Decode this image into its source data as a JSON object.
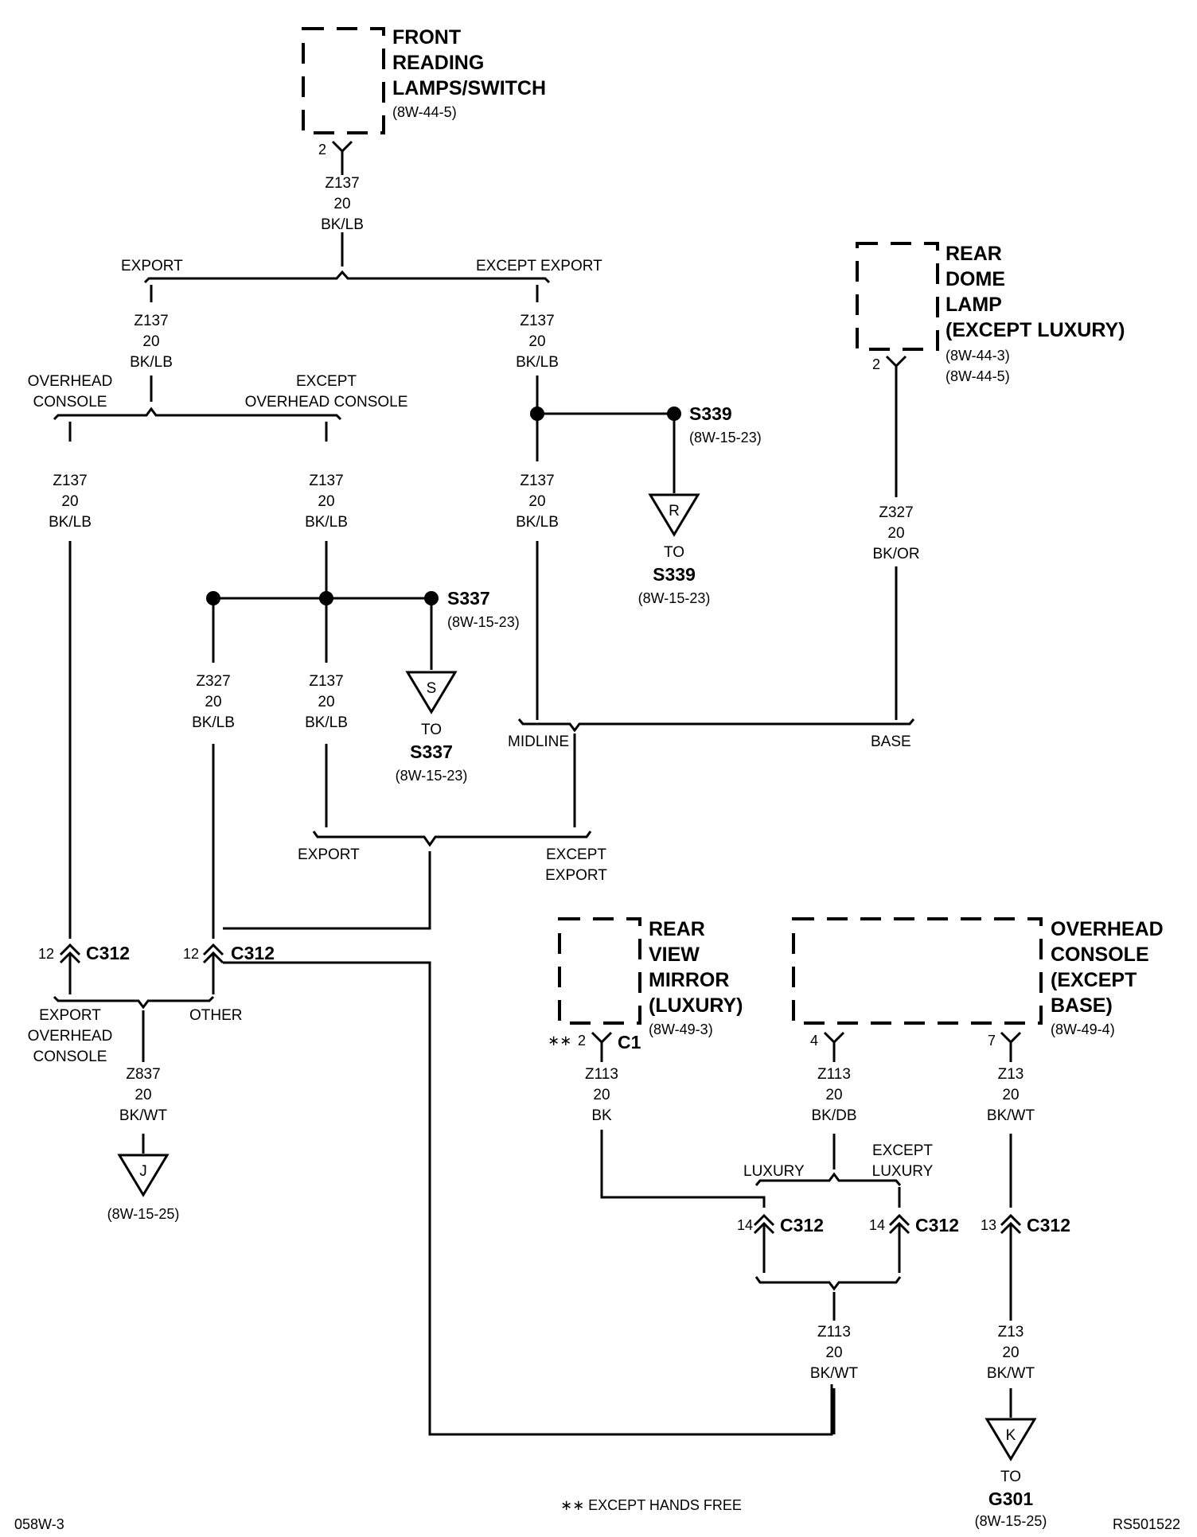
{
  "components": {
    "front_reading": {
      "lines": [
        "FRONT",
        "READING",
        "LAMPS/SWITCH"
      ],
      "ref": "(8W-44-5)",
      "pin": "2"
    },
    "rear_dome": {
      "lines": [
        "REAR",
        "DOME",
        "LAMP",
        "(EXCEPT LUXURY)"
      ],
      "refs": [
        "(8W-44-3)",
        "(8W-44-5)"
      ],
      "pin": "2"
    },
    "rear_view_mirror": {
      "lines": [
        "REAR",
        "VIEW",
        "MIRROR",
        "(LUXURY)"
      ],
      "ref": "(8W-49-3)",
      "pin": "2",
      "pin_prefix": "∗∗",
      "connector": "C1"
    },
    "overhead_console": {
      "lines": [
        "OVERHEAD",
        "CONSOLE",
        "(EXCEPT",
        "BASE)"
      ],
      "ref": "(8W-49-4)",
      "pin_left": "4",
      "pin_right": "7"
    }
  },
  "wires": {
    "w1": [
      "Z137",
      "20",
      "BK/LB"
    ],
    "w2": [
      "Z137",
      "20",
      "BK/LB"
    ],
    "w3": [
      "Z137",
      "20",
      "BK/LB"
    ],
    "w4": [
      "Z137",
      "20",
      "BK/LB"
    ],
    "w5": [
      "Z137",
      "20",
      "BK/LB"
    ],
    "w6": [
      "Z137",
      "20",
      "BK/LB"
    ],
    "w7": [
      "Z327",
      "20",
      "BK/LB"
    ],
    "w8": [
      "Z137",
      "20",
      "BK/LB"
    ],
    "w9": [
      "Z327",
      "20",
      "BK/OR"
    ],
    "w10": [
      "Z837",
      "20",
      "BK/WT"
    ],
    "w11": [
      "Z113",
      "20",
      "BK"
    ],
    "w12": [
      "Z113",
      "20",
      "BK/DB"
    ],
    "w13": [
      "Z13",
      "20",
      "BK/WT"
    ],
    "w14": [
      "Z113",
      "20",
      "BK/WT"
    ],
    "w15": [
      "Z13",
      "20",
      "BK/WT"
    ]
  },
  "branch_labels": {
    "export_top": "EXPORT",
    "except_export_top": "EXCEPT EXPORT",
    "overhead_console": [
      "OVERHEAD",
      "CONSOLE"
    ],
    "except_overhead_console": [
      "EXCEPT",
      "OVERHEAD CONSOLE"
    ],
    "midline": "MIDLINE",
    "base": "BASE",
    "export_mid": "EXPORT",
    "except_export_mid": [
      "EXCEPT",
      "EXPORT"
    ],
    "export_overhead_console": [
      "EXPORT",
      "OVERHEAD",
      "CONSOLE"
    ],
    "other": "OTHER",
    "luxury": "LUXURY",
    "except_luxury": [
      "EXCEPT",
      "LUXURY"
    ]
  },
  "splices": {
    "s339": {
      "name": "S339",
      "ref": "(8W-15-23)",
      "letter": "R",
      "to": "TO",
      "to_name": "S339",
      "to_ref": "(8W-15-23)"
    },
    "s337": {
      "name": "S337",
      "ref": "(8W-15-23)",
      "letter": "S",
      "to": "TO",
      "to_name": "S337",
      "to_ref": "(8W-15-23)"
    }
  },
  "connectors": {
    "c312_a": {
      "pin": "12",
      "name": "C312"
    },
    "c312_b": {
      "pin": "12",
      "name": "C312"
    },
    "c312_c": {
      "pin": "14",
      "name": "C312"
    },
    "c312_d": {
      "pin": "14",
      "name": "C312"
    },
    "c312_e": {
      "pin": "13",
      "name": "C312"
    }
  },
  "grounds": {
    "j": {
      "letter": "J",
      "ref": "(8W-15-25)"
    },
    "k": {
      "letter": "K",
      "to": "TO",
      "to_name": "G301",
      "ref": "(8W-15-25)"
    }
  },
  "footer": {
    "left": "058W-3",
    "note": "∗∗ EXCEPT HANDS FREE",
    "right": "RS501522"
  }
}
